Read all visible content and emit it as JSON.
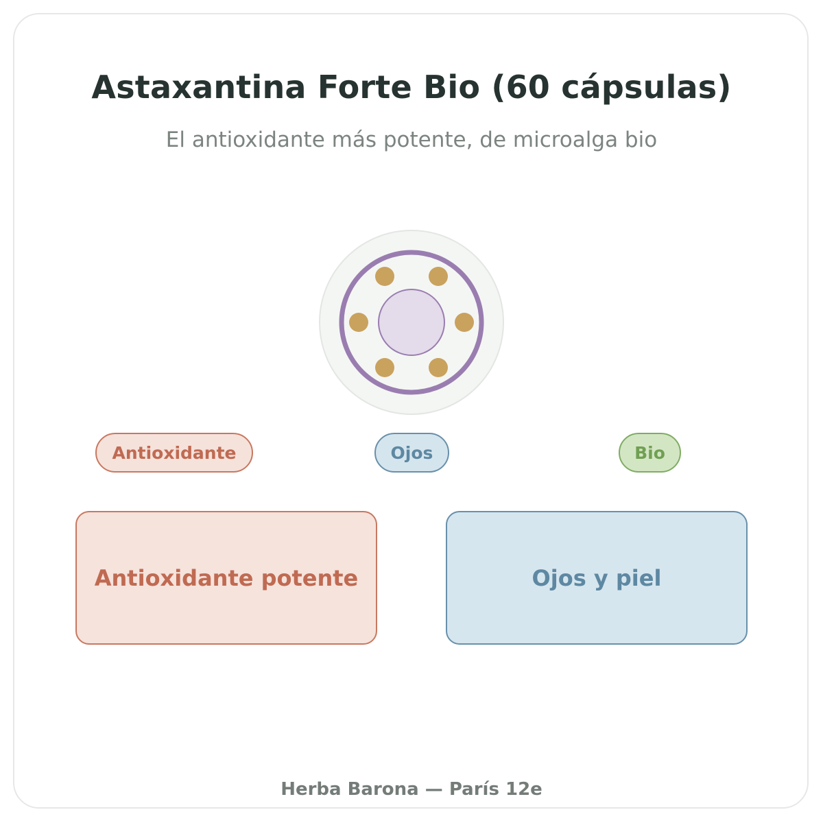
{
  "header": {
    "title": "Astaxantina Forte Bio (60 cápsulas)",
    "subtitle": "El antioxidante más potente, de microalga bio"
  },
  "emblem": {
    "icon": "capsule-ring-icon",
    "colors": {
      "outer_fill": "#f4f6f4",
      "ring": "#9a7db0",
      "core": "#e4dbeb",
      "dots": "#c9a25e"
    }
  },
  "tags": [
    {
      "label": "Antioxidante",
      "color": "#c06a52"
    },
    {
      "label": "Ojos",
      "color": "#5e88a2"
    },
    {
      "label": "Bio",
      "color": "#70a052"
    }
  ],
  "features": [
    {
      "label": "Antioxidante potente",
      "color": "#c06a52"
    },
    {
      "label": "Ojos y piel",
      "color": "#5e88a2"
    }
  ],
  "footer": {
    "text": "Herba Barona — París 12e"
  }
}
